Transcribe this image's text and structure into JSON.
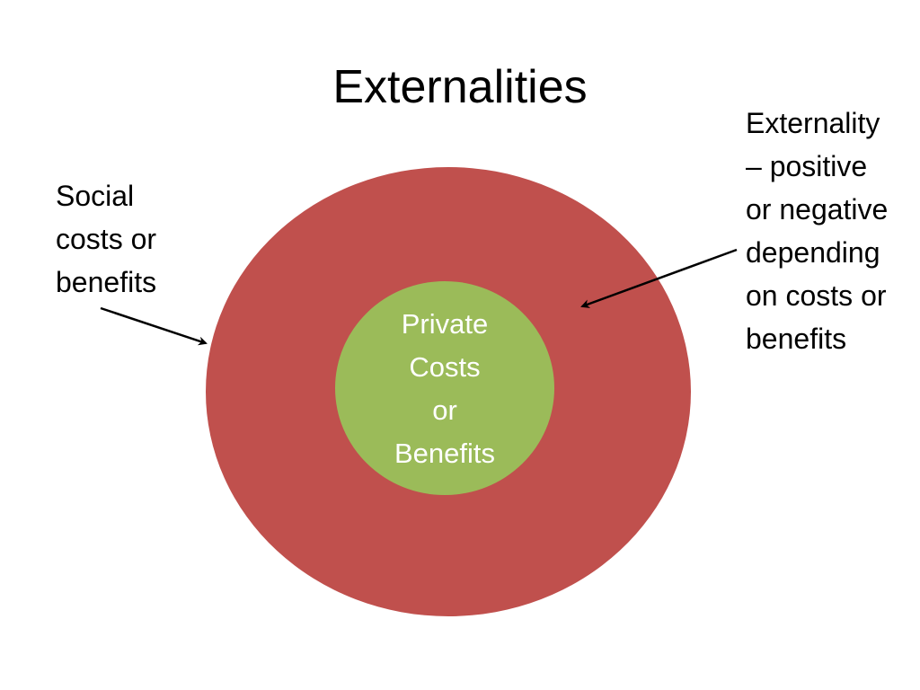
{
  "title": "Externalities",
  "colors": {
    "outer_circle": "#c0504d",
    "inner_circle": "#9bbb59",
    "inner_text": "#ffffff",
    "text": "#000000",
    "background": "#ffffff"
  },
  "inner_circle": {
    "lines": [
      "Private",
      "Costs",
      "or",
      "Benefits"
    ]
  },
  "callouts": {
    "social": {
      "lines": [
        "Social",
        "costs or",
        "benefits"
      ]
    },
    "externality": {
      "lines": [
        "Externality",
        "– positive",
        "or negative",
        "depending",
        "on costs or",
        "benefits"
      ]
    }
  }
}
